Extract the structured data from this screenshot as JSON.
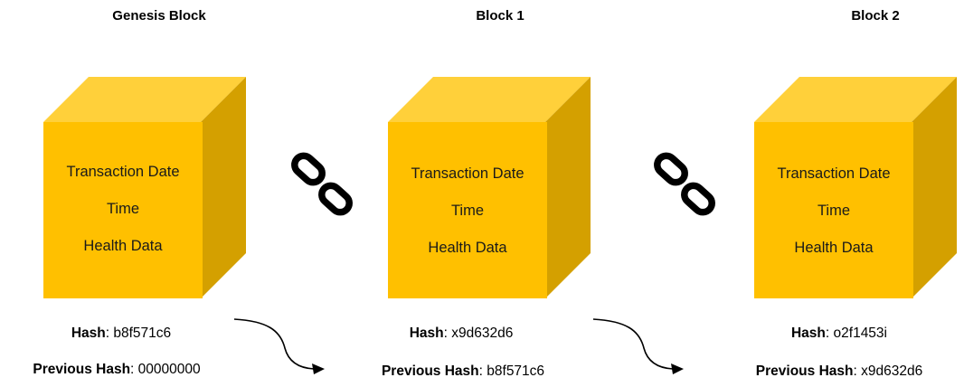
{
  "blocks": [
    {
      "title": "Genesis Block",
      "fields": [
        "Transaction Date",
        "Time",
        "Health Data"
      ],
      "hash_label": "Hash",
      "hash": "b8f571c6",
      "prev_hash_label": "Previous Hash",
      "prev_hash": "00000000"
    },
    {
      "title": "Block 1",
      "fields": [
        "Transaction Date",
        "Time",
        "Health Data"
      ],
      "hash_label": "Hash",
      "hash": "x9d632d6",
      "prev_hash_label": "Previous Hash",
      "prev_hash": "b8f571c6"
    },
    {
      "title": "Block 2",
      "fields": [
        "Transaction Date",
        "Time",
        "Health Data"
      ],
      "hash_label": "Hash",
      "hash": "o2f1453i",
      "prev_hash_label": "Previous Hash",
      "prev_hash": "x9d632d6"
    }
  ],
  "colors": {
    "cube_front": "#FFC000",
    "cube_top": "#FFD03A",
    "cube_side": "#D4A000",
    "link_icon": "#000000"
  },
  "icons": {
    "link": "chain-link-icon",
    "arrow": "curved-arrow-icon"
  }
}
